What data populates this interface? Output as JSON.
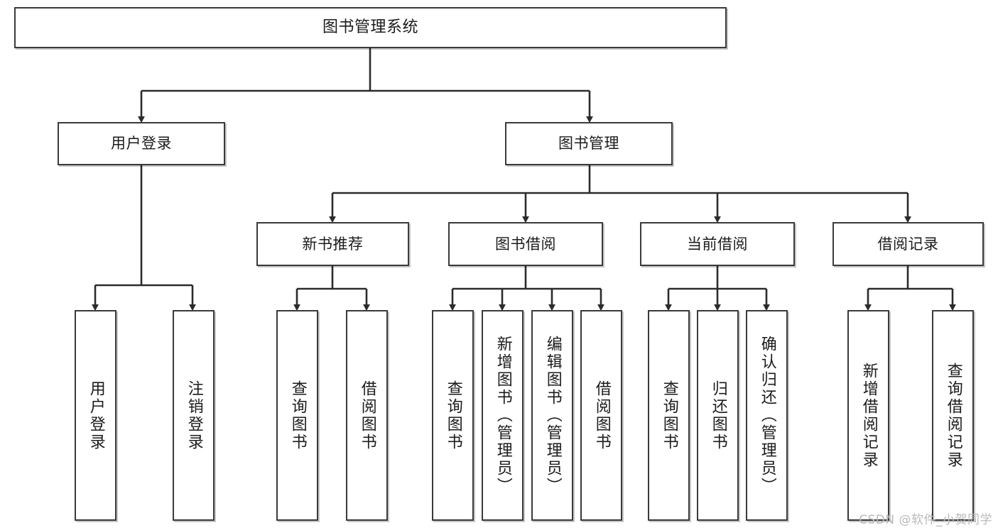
{
  "diagram": {
    "type": "tree",
    "title": "图书管理系统",
    "orientation": "top-down",
    "colors": {
      "background": "#ffffff",
      "box_border": "#3a3a3a",
      "box_fill": "#ffffff",
      "edge": "#2b2b2b",
      "text": "#1b1b1b",
      "watermark": "#b9b9b9"
    },
    "nodes": {
      "root": {
        "label": "图书管理系统"
      },
      "level2": [
        {
          "id": "user-login",
          "label": "用户登录"
        },
        {
          "id": "book-manage",
          "label": "图书管理"
        }
      ],
      "level3": [
        {
          "id": "new-book-recommend",
          "label": "新书推荐"
        },
        {
          "id": "book-borrow",
          "label": "图书借阅"
        },
        {
          "id": "current-borrow",
          "label": "当前借阅"
        },
        {
          "id": "borrow-record",
          "label": "借阅记录"
        }
      ],
      "leaves": {
        "user_login": [
          {
            "id": "leaf-user-login",
            "label": "用户登录"
          },
          {
            "id": "leaf-logout-login",
            "label": "注销登录"
          }
        ],
        "new_book_recommend": [
          {
            "id": "leaf-query-book-1",
            "label": "查询图书"
          },
          {
            "id": "leaf-borrow-book-1",
            "label": "借阅图书"
          }
        ],
        "book_borrow": [
          {
            "id": "leaf-query-book-2",
            "label": "查询图书"
          },
          {
            "id": "leaf-add-book-admin",
            "label": "新增图书（管理员）"
          },
          {
            "id": "leaf-edit-book-admin",
            "label": "编辑图书（管理员）"
          },
          {
            "id": "leaf-borrow-book-2",
            "label": "借阅图书"
          }
        ],
        "current_borrow": [
          {
            "id": "leaf-query-book-3",
            "label": "查询图书"
          },
          {
            "id": "leaf-return-book",
            "label": "归还图书"
          },
          {
            "id": "leaf-confirm-return-admin",
            "label": "确认归还（管理员）"
          }
        ],
        "borrow_record": [
          {
            "id": "leaf-add-borrow-record",
            "label": "新增借阅记录"
          },
          {
            "id": "leaf-query-borrow-record",
            "label": "查询借阅记录"
          }
        ]
      }
    },
    "watermark": "CSDN @软件_小贺同学"
  }
}
